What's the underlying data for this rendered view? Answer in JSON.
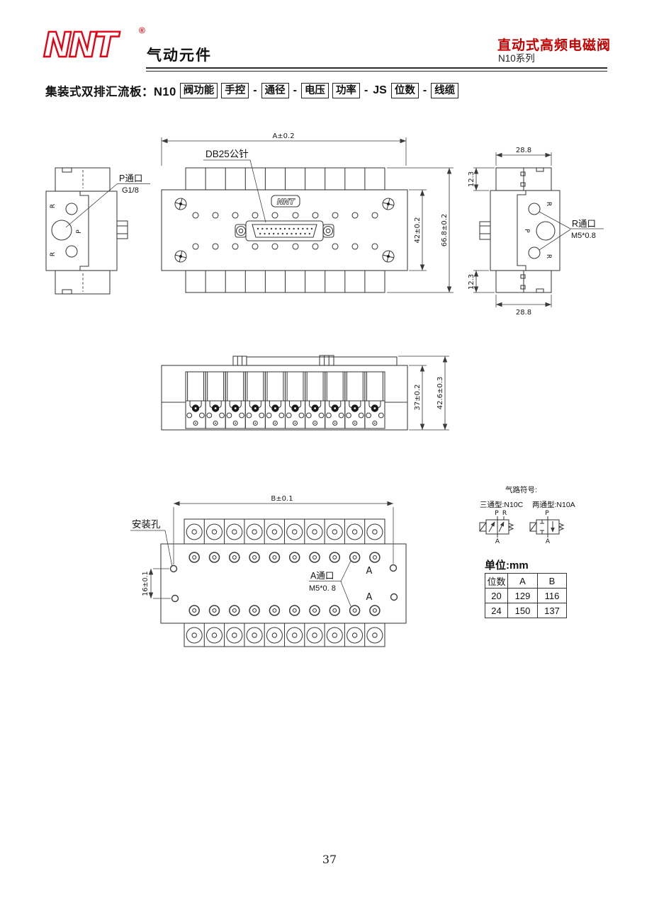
{
  "header": {
    "logo": "NNT",
    "reg": "®",
    "product": "气动元件",
    "title": "直动式高频电磁阀",
    "series": "N10系列"
  },
  "order_code": {
    "prefix": "集装式双排汇流板：N10",
    "items": [
      {
        "label": "阀功能",
        "boxed": true
      },
      {
        "label": "手控",
        "boxed": true
      },
      {
        "label": "-",
        "boxed": false
      },
      {
        "label": "通径",
        "boxed": true
      },
      {
        "label": "-",
        "boxed": false
      },
      {
        "label": "电压",
        "boxed": true
      },
      {
        "label": "功率",
        "boxed": true
      },
      {
        "label": "-",
        "boxed": false
      },
      {
        "label": "JS",
        "boxed": false
      },
      {
        "label": "位数",
        "boxed": true
      },
      {
        "label": "-",
        "boxed": false
      },
      {
        "label": "线缆",
        "boxed": true
      }
    ]
  },
  "labels": {
    "plan_view": {
      "dim_width": "A±0.2",
      "connector": "DB25公针",
      "dim_inner_height": "42±0.2",
      "dim_outer_height": "66.8±0.2",
      "logo": "NNT"
    },
    "left_view": {
      "port": "P通口",
      "thread": "G1/8",
      "r_letter": "R",
      "p_letter": "P"
    },
    "right_view": {
      "dim_top_width": "28.8",
      "dim_bottom_width": "28.8",
      "dim_top_height": "12.3",
      "dim_bottom_height": "12.3",
      "port": "R通口",
      "thread": "M5*0.8",
      "r_letter": "R",
      "p_letter": "P"
    },
    "front_view": {
      "dim_inner_height": "37±0.2",
      "dim_outer_height": "42.6±0.3"
    },
    "bottom_view": {
      "dim_width": "B±0.1",
      "mounting_hole": "安装孔",
      "dim_pitch": "16±0.1",
      "port": "A通口",
      "thread": "M5*0. 8",
      "a_letter": "A"
    },
    "symbols": {
      "title": "气路符号:",
      "three_way": "三通型:N10C",
      "two_way": "两通型:N10A",
      "p": "P",
      "r": "R",
      "a": "A"
    }
  },
  "size_table": {
    "unit": "单位:mm",
    "headers": [
      "位数",
      "A",
      "B"
    ],
    "rows": [
      [
        "20",
        "129",
        "116"
      ],
      [
        "24",
        "150",
        "137"
      ]
    ]
  },
  "page_number": "37",
  "colors": {
    "brand_red": "#e60012",
    "title_red": "#c40000",
    "line": "#3a3a3a"
  }
}
